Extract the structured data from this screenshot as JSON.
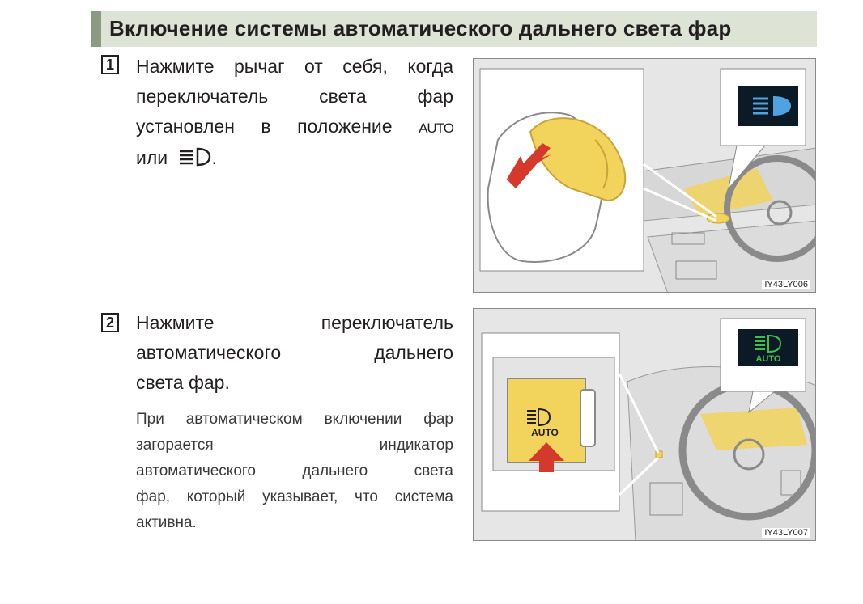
{
  "header": {
    "title": "Включение системы автоматического дальнего света фар"
  },
  "steps": [
    {
      "number": "1",
      "lines": [
        "Нажмите рычаг от себя, когда",
        "переключатель света фар",
        "установлен в положение"
      ],
      "auto_label": "AUTO",
      "last_line_prefix": "или",
      "last_line_suffix": ".",
      "figure_id": "IY43LY006"
    },
    {
      "number": "2",
      "lines": [
        "Нажмите переключатель",
        "автоматического дальнего"
      ],
      "last_line": "света фар.",
      "note_lines": [
        "При автоматическом включении фар",
        "загорается индикатор",
        "автоматического дальнего света",
        "фар, который указывает, что система"
      ],
      "note_last": "активна.",
      "figure_id": "IY43LY007",
      "button_label": "AUTO",
      "indicator_label": "AUTO"
    }
  ],
  "colors": {
    "title_bg": "#dde4d6",
    "title_accent": "#8c9a84",
    "highlight_yellow": "#f2d45c",
    "arrow_red": "#d33a2c",
    "indicator_blue": "#4fa3e0",
    "indicator_green": "#3fbf4f",
    "indicator_bg": "#0b1a24"
  },
  "icons": [
    "high-beam-icon",
    "auto-high-beam-icon",
    "lever-arrow-icon",
    "push-arrow-icon"
  ]
}
